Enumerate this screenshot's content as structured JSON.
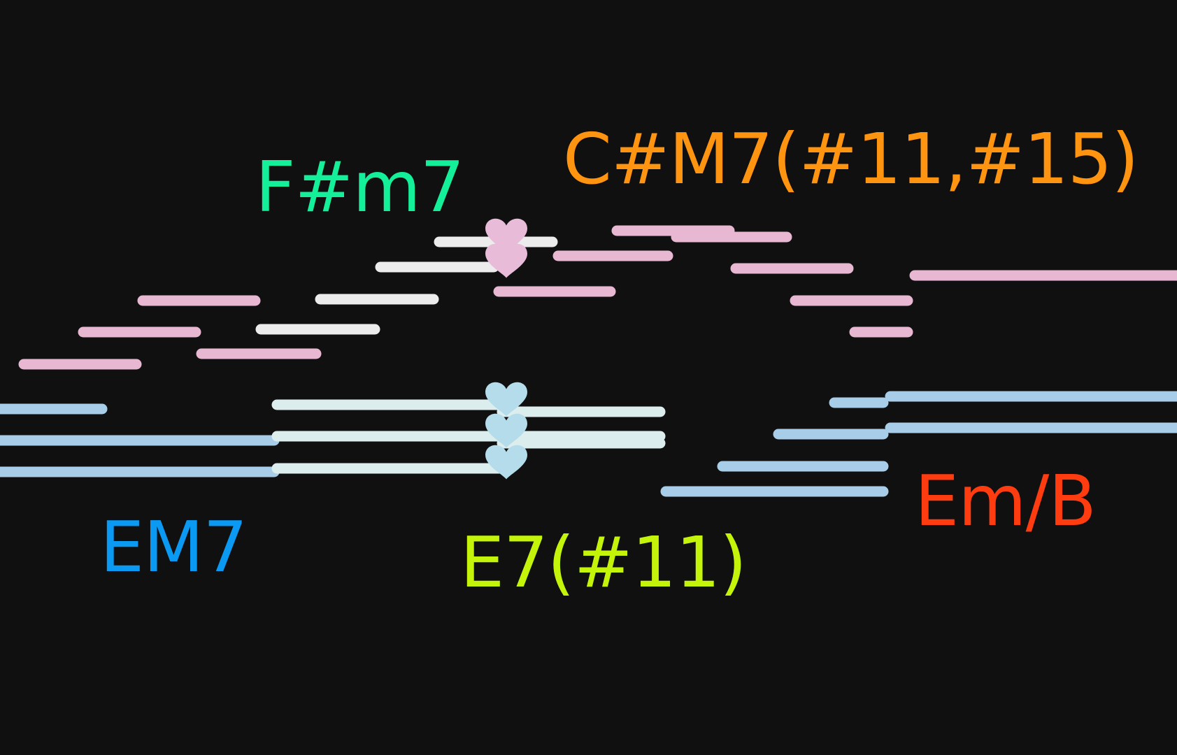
{
  "colors": {
    "background": "#101010",
    "pink_note": "#e8b8d2",
    "white_note": "#ececec",
    "blue_note": "#a8cde8",
    "pale_note": "#dcedee",
    "heart_pink": "#e8bcd8",
    "heart_blue": "#b4dcea"
  },
  "chords": [
    {
      "name": "chord-label-fsharp-m7",
      "text": "F#m7",
      "color": "#14f09a"
    },
    {
      "name": "chord-label-csharp-maj7",
      "text": "C#M7(#11,#15)",
      "color": "#ff9410"
    },
    {
      "name": "chord-label-e-maj7",
      "text": "EM7",
      "color": "#0a9af4"
    },
    {
      "name": "chord-label-e7-sharp11",
      "text": "E7(#11)",
      "color": "#c4f40a"
    },
    {
      "name": "chord-label-em-over-b",
      "text": "Em/B",
      "color": "#ff3c10"
    }
  ],
  "icons": [
    "heart-icon"
  ]
}
